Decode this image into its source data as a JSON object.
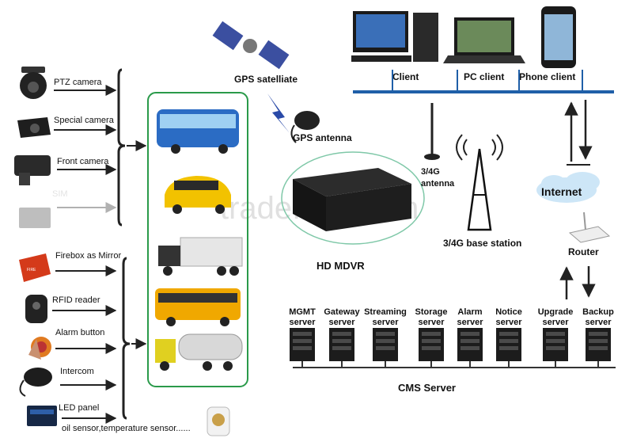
{
  "inputs": {
    "ptz_camera": "PTZ camera",
    "special_camera": "Special camera",
    "front_camera": "Front camera",
    "sim": "SIM",
    "firebox": "Firebox as Mirror",
    "rfid_reader": "RFID reader",
    "alarm_button": "Alarm button",
    "intercom": "Intercom",
    "led_panel": "LED panel",
    "sensors": "oil sensor,temperature sensor......"
  },
  "center": {
    "gps_satellite": "GPS satelliate",
    "gps_antenna": "GPS antenna",
    "antenna_line1": "3/4G",
    "antenna_line2": "antenna",
    "base_station": "3/4G base station",
    "mdvr": "HD MDVR",
    "internet": "Internet",
    "router": "Router"
  },
  "clients": {
    "client": "Client",
    "pc_client": "PC client",
    "phone_client": "Phone client"
  },
  "servers": {
    "title": "CMS Server",
    "items": [
      {
        "l1": "MGMT",
        "l2": "server"
      },
      {
        "l1": "Gateway",
        "l2": "server"
      },
      {
        "l1": "Streaming",
        "l2": "server"
      },
      {
        "l1": "Storage",
        "l2": "server"
      },
      {
        "l1": "Alarm",
        "l2": "server"
      },
      {
        "l1": "Notice",
        "l2": "server"
      },
      {
        "l1": "Upgrade",
        "l2": "server"
      },
      {
        "l1": "Backup",
        "l2": "server"
      }
    ]
  },
  "watermark": "trade.china.cn",
  "colors": {
    "vehicle_border": "#2a9a4a",
    "network_bar": "#1f5fa8",
    "arrow": "#222222",
    "bus": "#2b6cc4",
    "taxi": "#f2c200",
    "school_bus": "#f0a800",
    "firebox": "#d43a1a"
  }
}
